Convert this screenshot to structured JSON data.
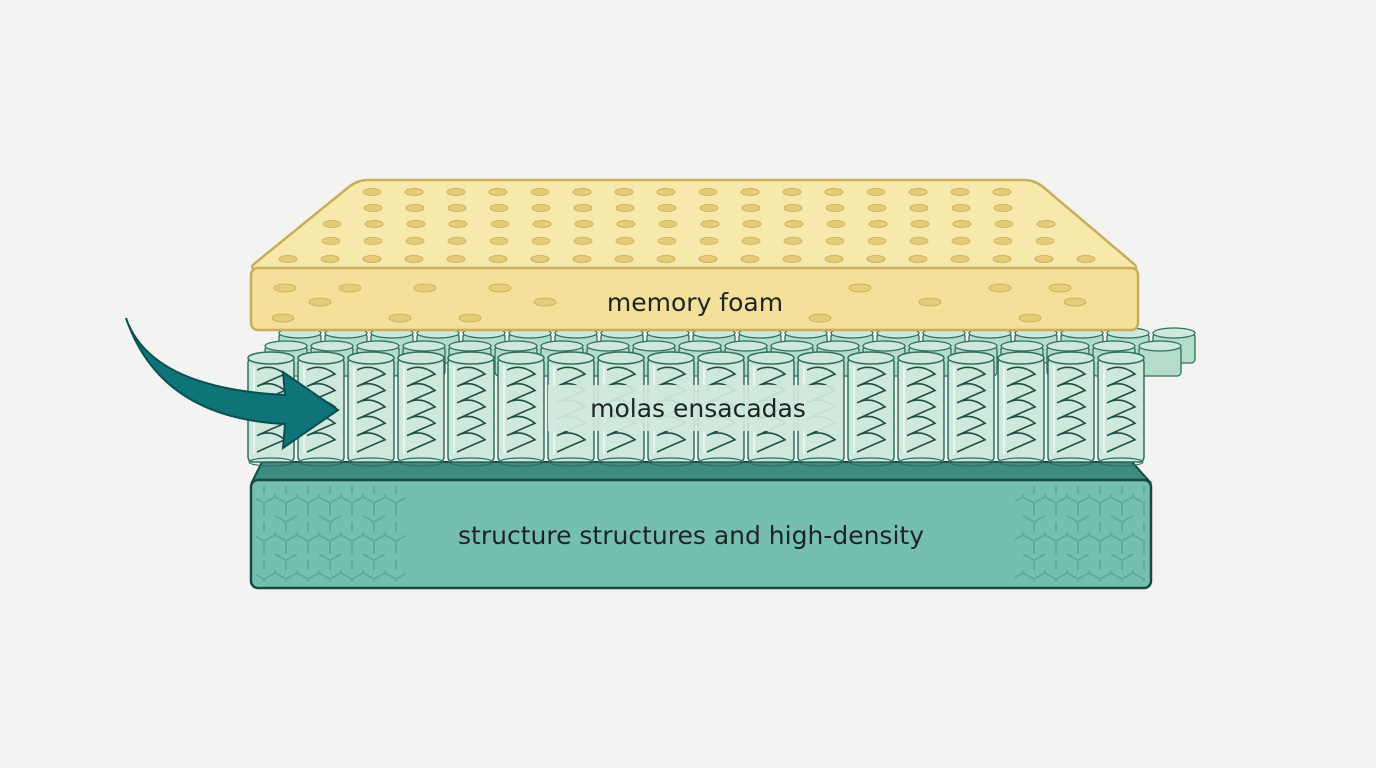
{
  "diagram": {
    "layers": {
      "top": {
        "label": "memory foam"
      },
      "middle": {
        "label": "molas ensacadas"
      },
      "bottom": {
        "label": "structure structures and high-density"
      }
    },
    "colors": {
      "background": "#f3f3f2",
      "foam_fill": "#f4e09a",
      "foam_top": "#f7e8ab",
      "foam_edge": "#c9ad58",
      "foam_dots": "#e4cc78",
      "spring_fill": "#cfe8dc",
      "spring_back": "#b4dccb",
      "spring_edge": "#2f6f62",
      "coil": "#1f4f47",
      "base_fill": "#76bfb0",
      "base_top": "#3c8c80",
      "base_edge": "#154a44",
      "base_pattern": "#5daa9b",
      "arrow": "#0e7478",
      "arrow_edge": "#0a4f52"
    }
  }
}
